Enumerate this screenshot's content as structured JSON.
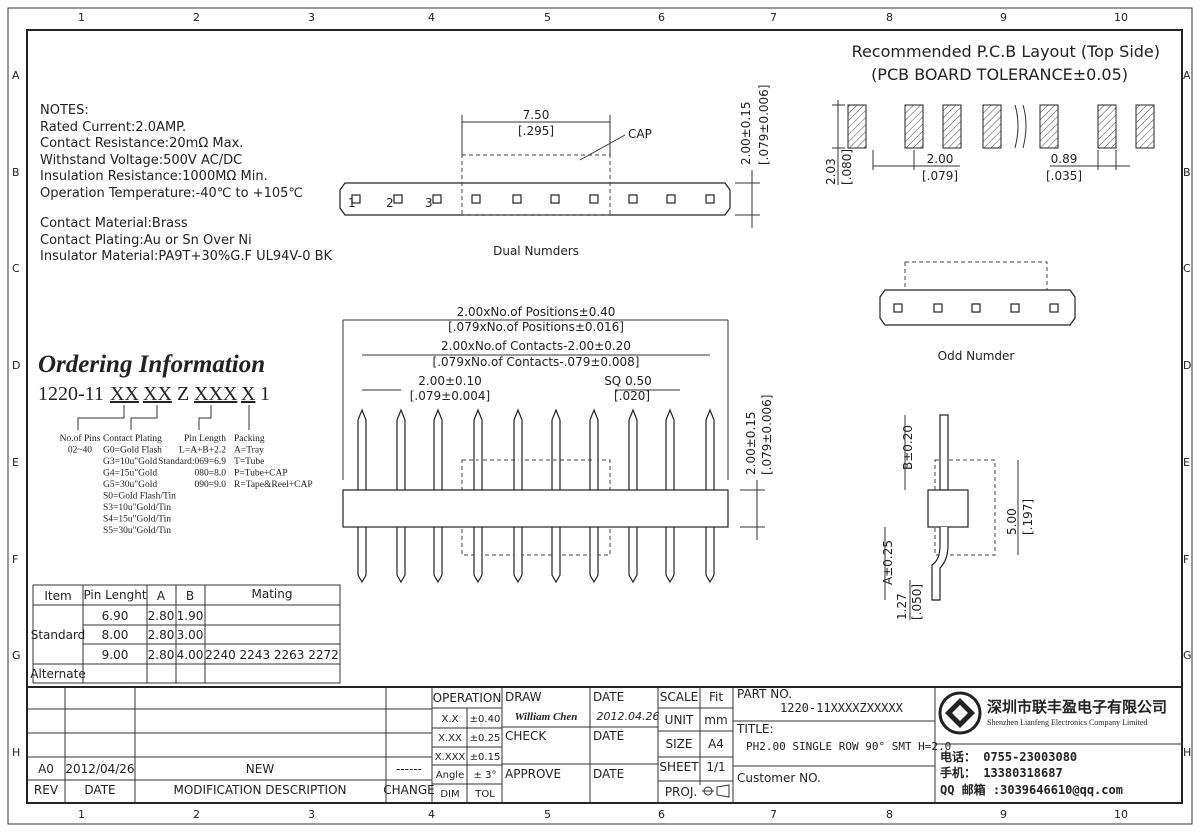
{
  "frame": {
    "columns": [
      "1",
      "2",
      "3",
      "4",
      "5",
      "6",
      "7",
      "8",
      "9",
      "10"
    ],
    "rows": [
      "A",
      "B",
      "C",
      "D",
      "E",
      "F",
      "G",
      "H"
    ]
  },
  "notes": {
    "title": "NOTES:",
    "lines": [
      "Rated Current:2.0AMP.",
      "Contact Resistance:20mΩ Max.",
      "Withstand Voltage:500V AC/DC",
      "Insulation Resistance:1000MΩ Min.",
      "Operation Temperature:-40℃ to +105℃"
    ],
    "material": [
      "Contact Material:Brass",
      "Contact Plating:Au or Sn Over Ni",
      "Insulator Material:PA9T+30%G.F UL94V-0 BK"
    ]
  },
  "dual": {
    "dim_width": "7.50",
    "dim_width_in": "[.295]",
    "cap_label": "CAP",
    "pin_labels": [
      "1",
      "2",
      "3"
    ],
    "dim_height": "2.00±0.15",
    "dim_height_in": "[.079±0.006]",
    "caption": "Dual Numders"
  },
  "pcb": {
    "title1": "Recommended P.C.B Layout (Top Side)",
    "title2": "(PCB BOARD TOLERANCE±0.05)",
    "dim_h": "2.03",
    "dim_h_in": "[.080]",
    "pitch": "2.00",
    "pitch_in": "[.079]",
    "width": "0.89",
    "width_in": "[.035]"
  },
  "odd": {
    "caption": "Odd Numder"
  },
  "front": {
    "d1": "2.00xNo.of Positions±0.40",
    "d1_in": "[.079xNo.of Positions±0.016]",
    "d2": "2.00xNo.of Contacts-2.00±0.20",
    "d2_in": "[.079xNo.of Contacts-.079±0.008]",
    "d3": "2.00±0.10",
    "d3_in": "[.079±0.004]",
    "sq": "SQ 0.50",
    "sq_in": "[.020]",
    "dh": "2.00±0.15",
    "dh_in": "[.079±0.006]"
  },
  "side": {
    "b": "B±0.20",
    "h": "5.00",
    "h_in": "[.197]",
    "a": "A±0.25",
    "f": "1.27",
    "f_in": "[.050]"
  },
  "ordering": {
    "title": "Ordering Information",
    "code": [
      "1220-11",
      "XX",
      "XX",
      "Z",
      "XXX",
      "X",
      "1"
    ],
    "pins": [
      "No.of Pins",
      "02~40"
    ],
    "plating": [
      "Contact Plating",
      "G0=Gold Flash",
      "G3=10u\"Gold",
      "G4=15u\"Gold",
      "G5=30u\"Gold",
      "S0=Gold Flash/Tin",
      "S3=10u\"Gold/Tin",
      "S4=15u\"Gold/Tin",
      "S5=30u\"Gold/Tin"
    ],
    "length": [
      "Pin Length",
      "L=A+B+2.2",
      "Standard:069=6.9",
      "080=8.0",
      "090=9.0"
    ],
    "packing": [
      "Packing",
      "A=Tray",
      "T=Tube",
      "P=Tube+CAP",
      "R=Tape&Reel+CAP"
    ]
  },
  "table": {
    "headers": [
      "Item",
      "Pin Lenght",
      "A",
      "B",
      "Mating"
    ],
    "standard": "Standard",
    "alternate": "Alternate",
    "rows": [
      [
        "6.90",
        "2.80",
        "1.90",
        ""
      ],
      [
        "8.00",
        "2.80",
        "3.00",
        ""
      ],
      [
        "9.00",
        "2.80",
        "4.00",
        "2240 2243 2263 2272"
      ]
    ]
  },
  "revision": {
    "rev": "A0",
    "date": "2012/04/26",
    "desc": "NEW",
    "change": "------",
    "headers": [
      "REV",
      "DATE",
      "MODIFICATION  DESCRIPTION",
      "CHANGE"
    ]
  },
  "tolerance": {
    "title": "OPERATION",
    "rows": [
      [
        "X.X",
        "±0.40"
      ],
      [
        "X.XX",
        "±0.25"
      ],
      [
        "X.XXX",
        "±0.15"
      ],
      [
        "Angle",
        "± 3°"
      ]
    ],
    "footer": [
      "DIM",
      "TOL"
    ]
  },
  "approval": {
    "draw": "DRAW",
    "drawer": "William Chen",
    "date_label": "DATE",
    "date": "2012.04.26",
    "check": "CHECK",
    "approve": "APPROVE"
  },
  "scale": {
    "labels": [
      "SCALE",
      "UNIT",
      "SIZE",
      "SHEET",
      "PROJ."
    ],
    "values": [
      "Fit",
      "mm",
      "A4",
      "1/1"
    ]
  },
  "part": {
    "label": "PART NO.",
    "value": "1220-11XXXXZXXXXX",
    "title_label": "TITLE:",
    "title": "PH2.00 SINGLE ROW 90° SMT H=2.0",
    "customer": "Customer NO."
  },
  "company": {
    "name_cn": "深圳市联丰盈电子有限公司",
    "name_en": "Shenzhen Lianfeng Electronics Company Limited",
    "phone": "电话： 0755-23003080",
    "mobile": "手机： 13380318687",
    "qq": "QQ 邮箱 :3039646610@qq.com"
  }
}
